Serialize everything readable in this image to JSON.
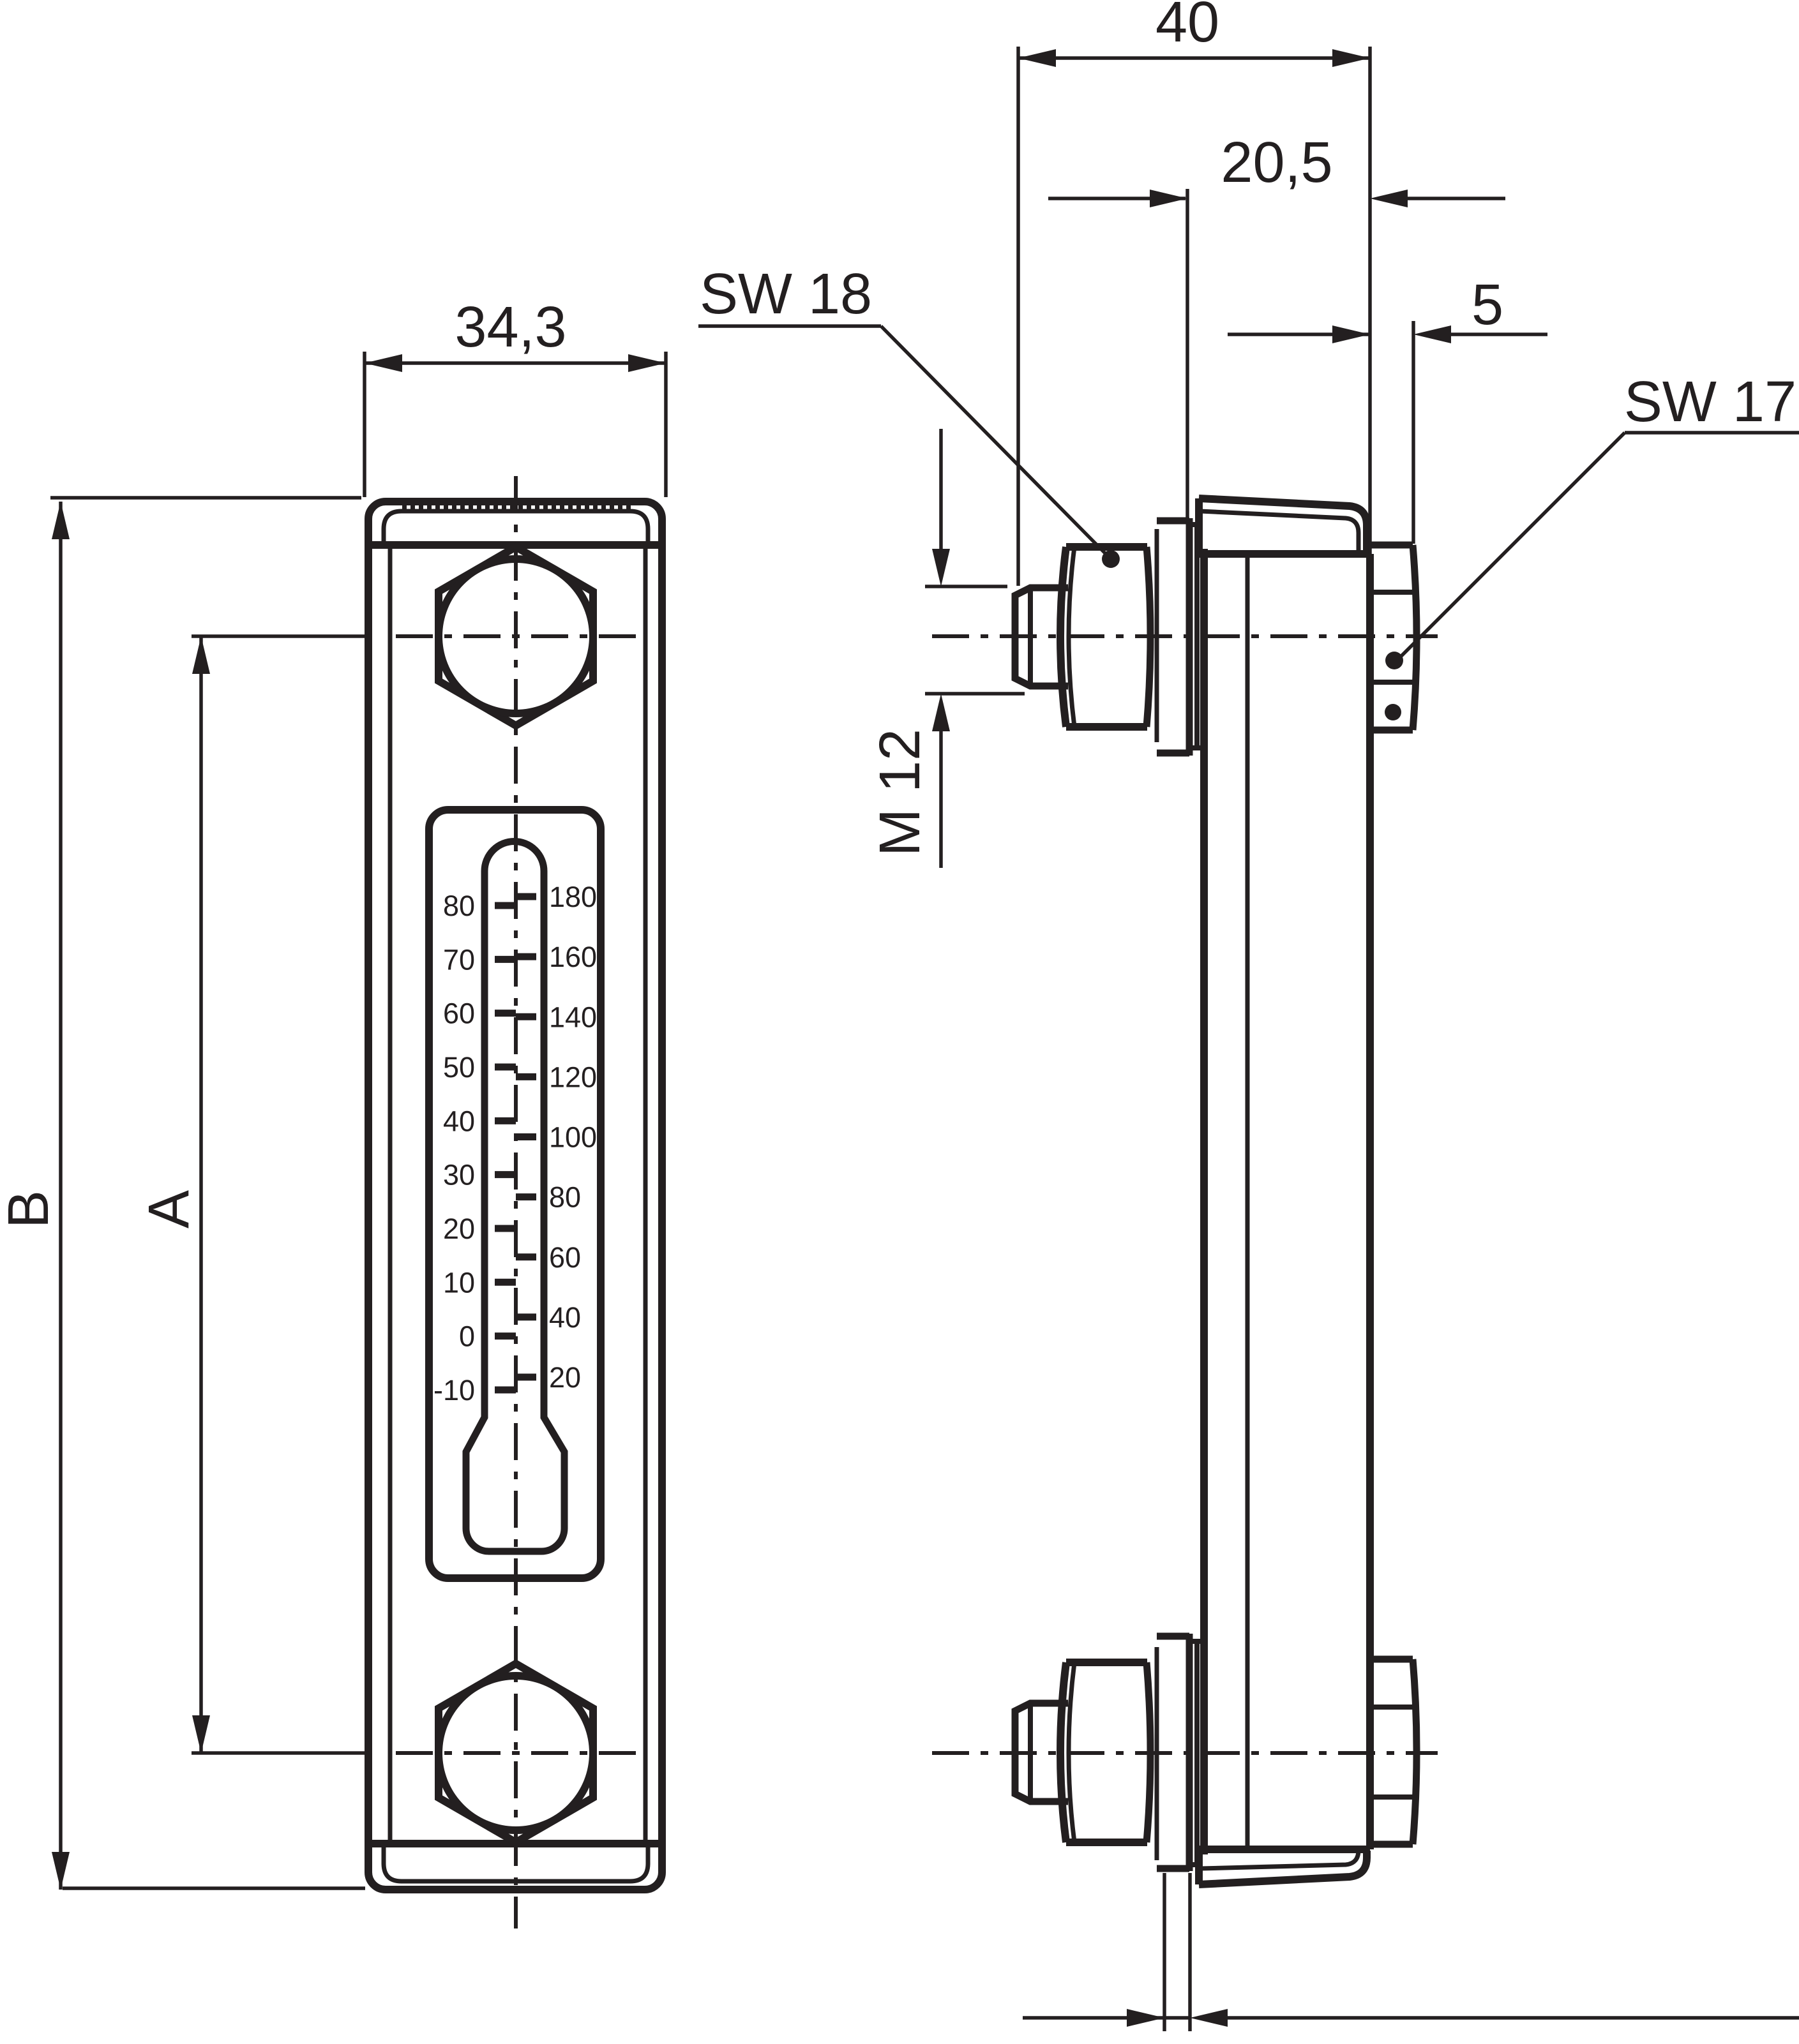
{
  "drawing": {
    "kind": "engineering dimension drawing, oil level sight gauge with thermometer, front view and side view",
    "line_color": "#231f20",
    "background_color": "#ffffff",
    "labels": {
      "dim_width_front": "34,3",
      "dim_height_total": "B",
      "dim_bolt_spacing": "A",
      "dim_depth_total": "40",
      "dim_depth_flange": "20,5",
      "dim_nut_thickness": "5",
      "thread_size": "M 12",
      "wrench_size_nut_left": "SW 18",
      "wrench_size_nut_right": "SW 17"
    },
    "thermometer": {
      "celsius_labels": [
        "80",
        "70",
        "60",
        "50",
        "40",
        "30",
        "20",
        "10",
        "0",
        "-10"
      ],
      "fahrenheit_labels": [
        "180",
        "160",
        "140",
        "120",
        "100",
        "80",
        "60",
        "40",
        "20"
      ]
    }
  }
}
